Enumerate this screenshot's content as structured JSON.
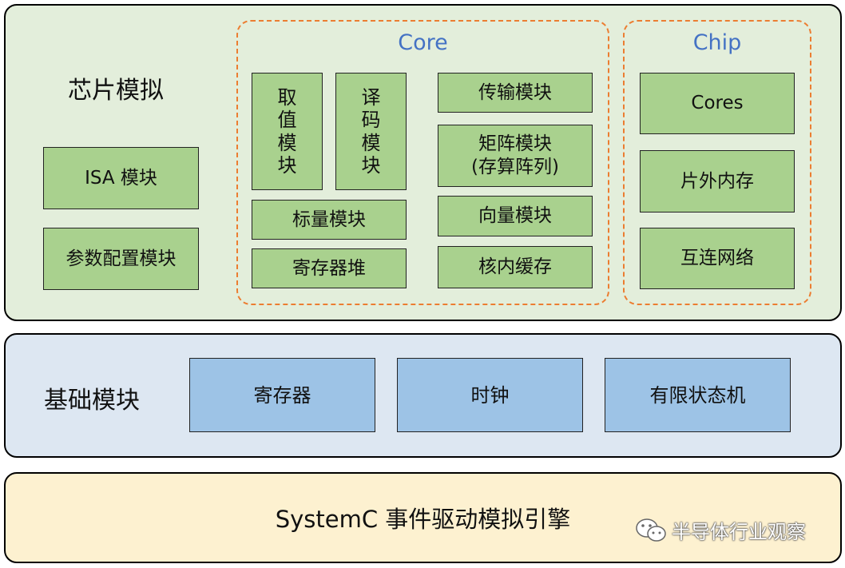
{
  "chip_sim": {
    "title": "芯片模拟",
    "isa_module": "ISA 模块",
    "param_config_module": "参数配置模块",
    "core": {
      "label": "Core",
      "fetch": "取值模块",
      "decode": "译码模块",
      "scalar": "标量模块",
      "regfile": "寄存器堆",
      "transfer": "传输模块",
      "matrix_line1": "矩阵模块",
      "matrix_line2": "(存算阵列)",
      "vector": "向量模块",
      "cache": "核内缓存"
    },
    "chip": {
      "label": "Chip",
      "cores": "Cores",
      "offchip_memory": "片外内存",
      "interconnect": "互连网络"
    }
  },
  "base": {
    "title": "基础模块",
    "register": "寄存器",
    "clock": "时钟",
    "fsm": "有限状态机"
  },
  "engine": {
    "label": "SystemC 事件驱动模拟引擎"
  },
  "watermark": {
    "text": "半导体行业观察",
    "icon": "wechat-icon"
  },
  "colors": {
    "panel_chip": "#e3eedb",
    "panel_base": "#dde7f2",
    "panel_engine": "#fdf1d0",
    "box_green": "#a9d18e",
    "box_blue": "#9dc3e6",
    "dashed_orange": "#ec7d31",
    "group_label_blue": "#4472c4"
  }
}
